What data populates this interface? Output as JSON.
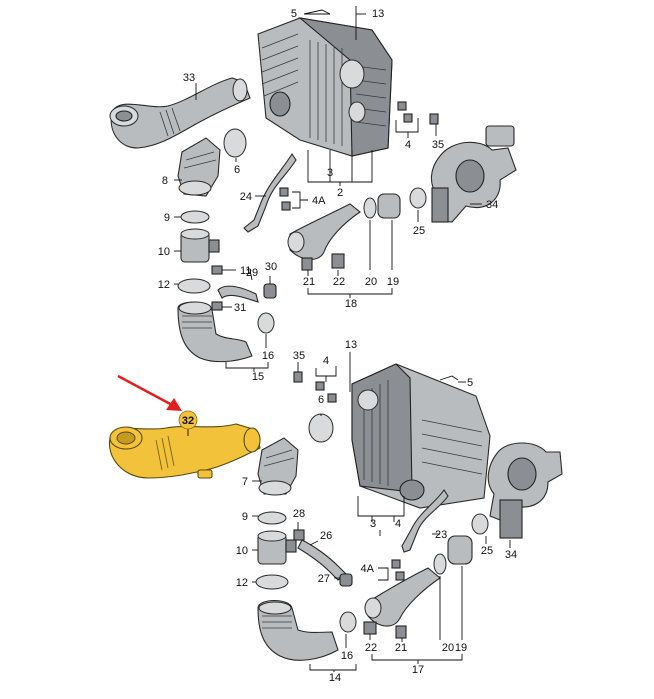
{
  "diagram": {
    "highlight_color": "#f2c23a",
    "arrow_color": "#e02020",
    "highlighted_part": "32",
    "upper_labels": [
      "5",
      "13",
      "33",
      "6",
      "4",
      "35",
      "2",
      "3",
      "8",
      "24",
      "4A",
      "34",
      "9",
      "25",
      "10",
      "11",
      "29",
      "30",
      "20",
      "19",
      "12",
      "21",
      "22",
      "18",
      "31",
      "16",
      "15"
    ],
    "lower_labels": [
      "35",
      "4",
      "13",
      "5",
      "6",
      "7",
      "9",
      "28",
      "26",
      "23",
      "25",
      "34",
      "10",
      "3",
      "4",
      "12",
      "27",
      "4A",
      "22",
      "21",
      "20",
      "19",
      "17",
      "16",
      "14"
    ]
  }
}
